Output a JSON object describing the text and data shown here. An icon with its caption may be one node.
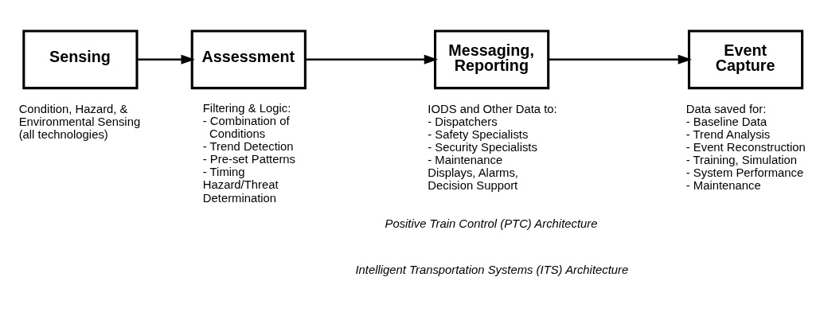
{
  "diagram": {
    "nodes": [
      {
        "text": [
          "Sensing"
        ],
        "beside": [
          "Condition, Hazard, & Environmental Sensing (all technologies)"
        ]
      },
      {
        "text": [
          "Assessment"
        ],
        "beside": [
          "Filtering & Logic:",
          "- Combination of Conditions",
          "- Trend Detection",
          "- Pre-set Patterns",
          "- Timing",
          "Hazard/Threat Determination"
        ]
      },
      {
        "text": [
          "Messaging, Reporting"
        ],
        "beside": [
          "IODS and Other Data to:",
          "- Dispatchers",
          "- Safety Specialists",
          "- Security Specialists",
          "- Maintenance",
          "Displays, Alarms, Decision Support"
        ]
      },
      {
        "text": [
          "Event Capture"
        ],
        "beside": [
          "Data saved for:",
          "- Baseline Data",
          "- Trend Analysis",
          "- Event Reconstruction",
          "- Training, Simulation",
          "- System Performance",
          "- Maintenance"
        ]
      }
    ],
    "edges": [
      {
        "from": 0,
        "to": 1,
        "arrow": "to"
      },
      {
        "from": 1,
        "to": 2,
        "arrow": "to"
      },
      {
        "from": 2,
        "to": 3,
        "arrow": "to"
      }
    ],
    "labels": [
      "Positive Train Control (PTC) Architecture",
      "Intelligent Transportation Systems (ITS) Architecture"
    ]
  }
}
